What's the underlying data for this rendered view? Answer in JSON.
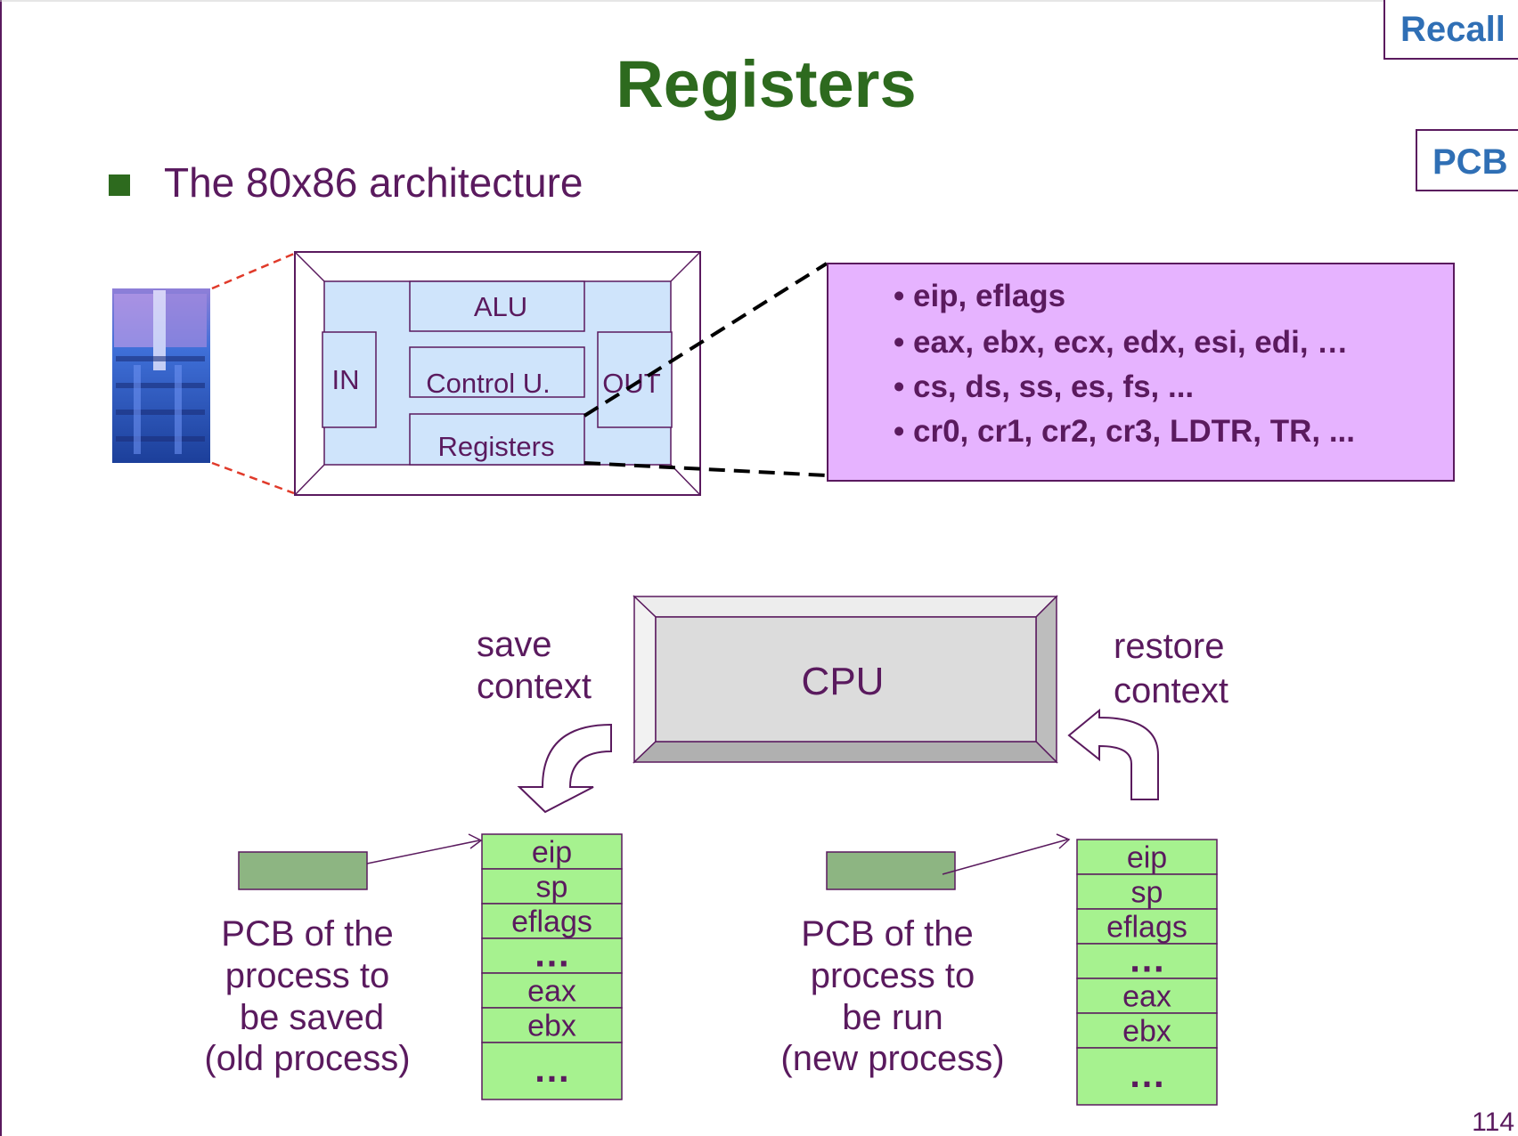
{
  "title": "Registers",
  "bullet": "The 80x86 architecture",
  "recall_label": "Recall",
  "pcb_label": "PCB",
  "page_number": "114",
  "cpu_diagram": {
    "alu": "ALU",
    "control_unit": "Control U.",
    "registers": "Registers",
    "in": "IN",
    "out": "OUT"
  },
  "register_list": [
    "• eip, eflags",
    "• eax, ebx, ecx, edx, esi, edi, …",
    "• cs, ds, ss, es, fs, ...",
    "• cr0, cr1, cr2, cr3, LDTR, TR, ..."
  ],
  "cpu_label": "CPU",
  "save_context": [
    "save",
    "context"
  ],
  "restore_context": [
    "restore",
    "context"
  ],
  "old_pcb": {
    "caption": [
      "PCB of the",
      "process to",
      "be saved",
      "(old process)"
    ],
    "cells": [
      "eip",
      "sp",
      "eflags",
      "…",
      "eax",
      "ebx",
      "…"
    ]
  },
  "new_pcb": {
    "caption": [
      "PCB of the",
      "process to",
      "be run",
      "(new process)"
    ],
    "cells": [
      "eip",
      "sp",
      "eflags",
      "…",
      "eax",
      "ebx",
      "…"
    ]
  },
  "colors": {
    "title": "#2d6a1e",
    "text": "#5a1a5e",
    "recall": "#2f6fb5",
    "cpu_box": "#cfe4fb",
    "register_panel": "#e6b3ff",
    "stack_cell": "#a6f28f",
    "pcb_pointer": "#8db582"
  }
}
